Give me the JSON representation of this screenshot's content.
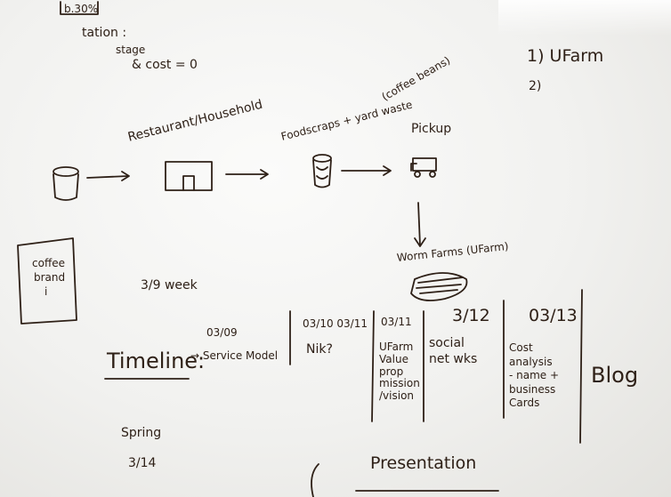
{
  "top_note": {
    "corner_box": "b.30%",
    "line1": "tation :",
    "line2": "stage",
    "line3": "&  cost = 0"
  },
  "list": {
    "item1": "1) UFarm",
    "item2": "2)"
  },
  "flow": {
    "restaurant_label": "Restaurant/Household",
    "foodscraps_label": "Foodscraps + yard waste",
    "coffee_note": "(coffee beans)",
    "pickup_label": "Pickup",
    "worm_label": "Worm Farms (UFarm)"
  },
  "left_box": {
    "line1": "coffee",
    "line2": "brand",
    "line3": "i"
  },
  "timeline": {
    "week_label": "3/9 week",
    "title": "Timeline:",
    "entries": [
      {
        "date": "03/09",
        "text": "→ Service Model"
      },
      {
        "date": "03/10   03/11",
        "text": "Nik?"
      },
      {
        "date": "03/11",
        "text": "UFarm\nValue\nprop\nmission\n/vision"
      },
      {
        "date": "3/12",
        "text": "social\nnet wks"
      },
      {
        "date": "03/13",
        "text": "Cost\nanalysis\n- name +\nbusiness\nCards"
      }
    ],
    "blog": "Blog"
  },
  "bottom": {
    "spring": "Spring",
    "date": "3/14",
    "presentation": "Presentation"
  }
}
